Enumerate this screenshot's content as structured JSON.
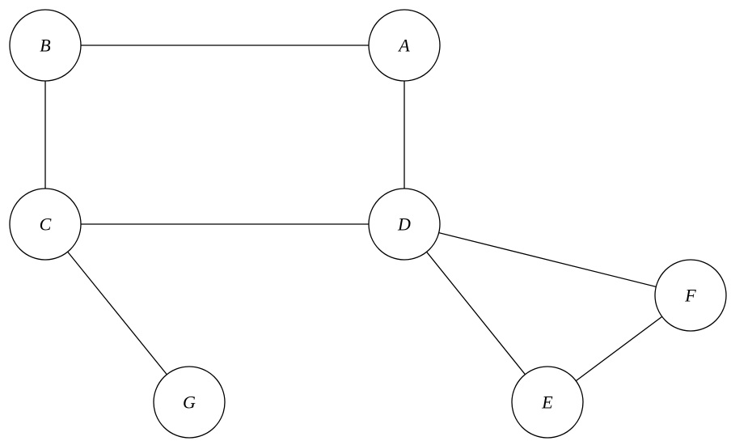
{
  "graph": {
    "nodes": [
      {
        "id": "A",
        "label": "A"
      },
      {
        "id": "B",
        "label": "B"
      },
      {
        "id": "C",
        "label": "C"
      },
      {
        "id": "D",
        "label": "D"
      },
      {
        "id": "E",
        "label": "E"
      },
      {
        "id": "F",
        "label": "F"
      },
      {
        "id": "G",
        "label": "G"
      }
    ],
    "edges": [
      {
        "from": "B",
        "to": "A"
      },
      {
        "from": "B",
        "to": "C"
      },
      {
        "from": "A",
        "to": "D"
      },
      {
        "from": "C",
        "to": "D"
      },
      {
        "from": "C",
        "to": "G"
      },
      {
        "from": "D",
        "to": "F"
      },
      {
        "from": "D",
        "to": "E"
      },
      {
        "from": "E",
        "to": "F"
      }
    ]
  }
}
